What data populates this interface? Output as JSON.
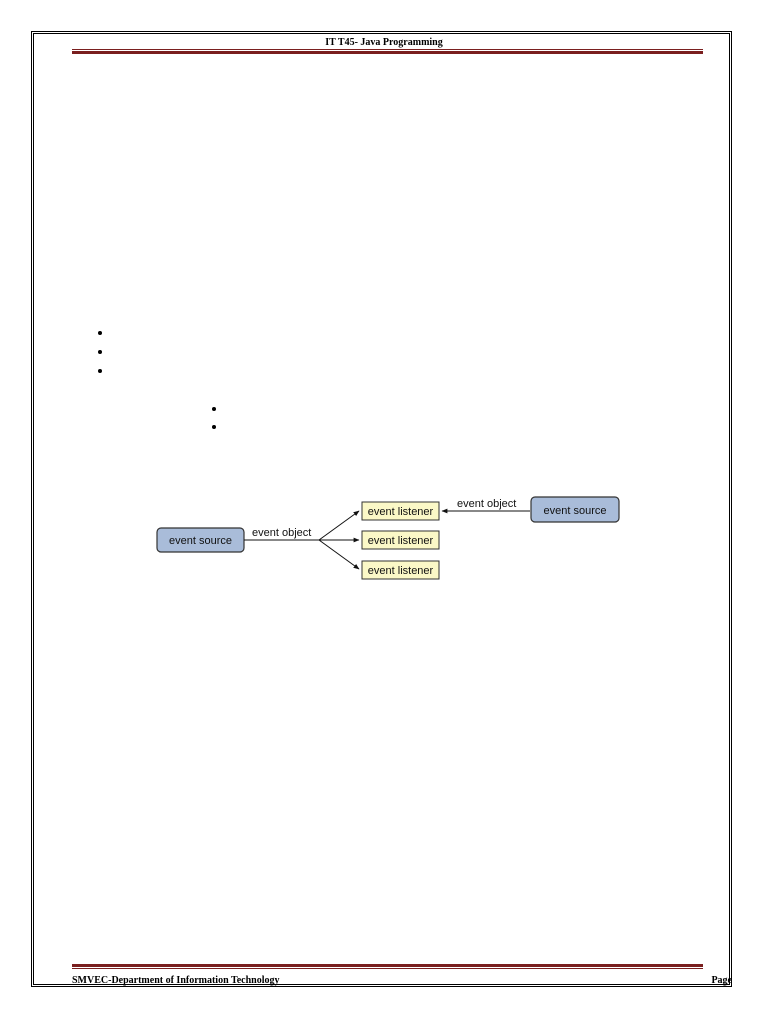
{
  "header": {
    "title": "IT T45- Java Programming"
  },
  "footer": {
    "department": "SMVEC-Department of Information Technology",
    "page_label": "Page"
  },
  "colors": {
    "rule": "#7a1f1f",
    "source_fill": "#a9bcd9",
    "listener_fill": "#fbf8c7"
  },
  "diagram": {
    "left": {
      "source": "event source",
      "edge_label": "event object",
      "listeners": [
        "event listener",
        "event listener",
        "event listener"
      ]
    },
    "right": {
      "source": "event source",
      "edge_label": "event object"
    }
  }
}
